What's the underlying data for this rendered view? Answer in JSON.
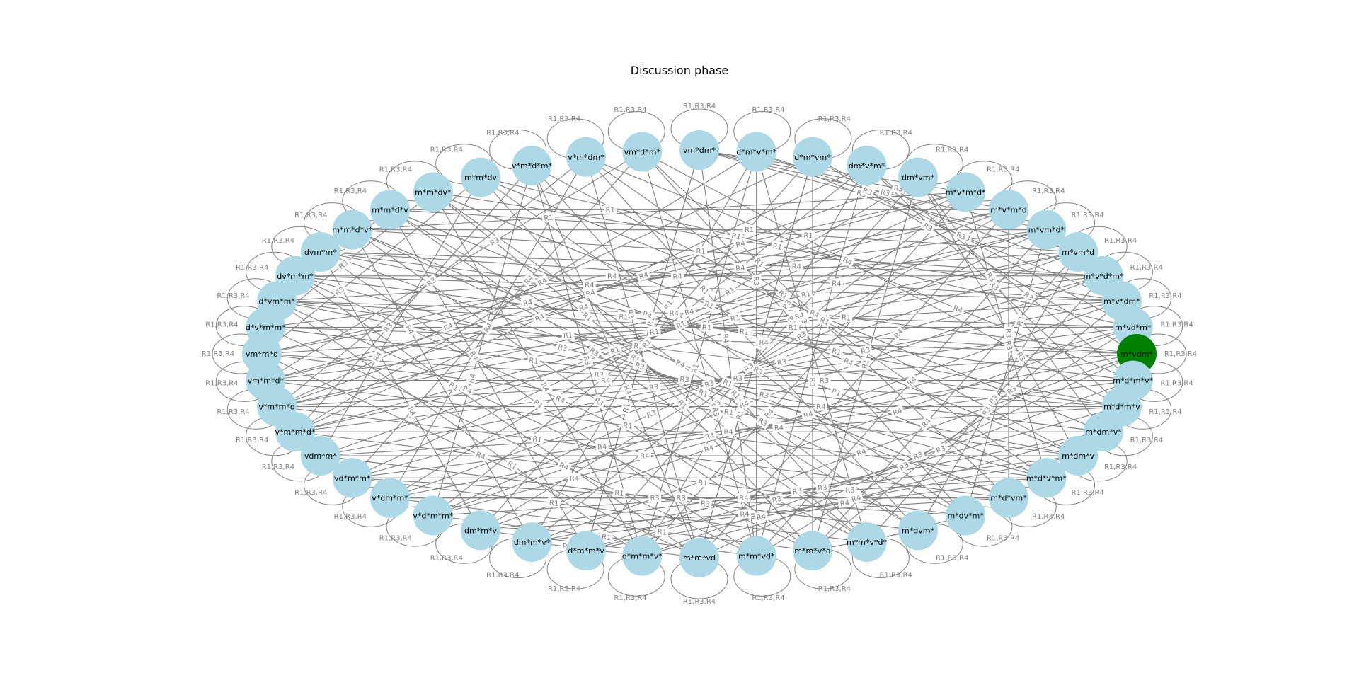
{
  "title": "Discussion phase",
  "colors": {
    "node": "#add8e6",
    "highlight_node": "#008000",
    "edge": "#808080",
    "edge_label": "#808080",
    "background": "#ffffff"
  },
  "self_loop_label": "R1,R3,R4",
  "nodes": [
    {
      "label": "vm*dm*"
    },
    {
      "label": "d*m*v*m*"
    },
    {
      "label": "d*m*vm*"
    },
    {
      "label": "dm*v*m*"
    },
    {
      "label": "dm*vm*"
    },
    {
      "label": "m*v*m*d*"
    },
    {
      "label": "m*v*m*d"
    },
    {
      "label": "m*vm*d*"
    },
    {
      "label": "m*vm*d"
    },
    {
      "label": "m*v*d*m*"
    },
    {
      "label": "m*v*dm*"
    },
    {
      "label": "m*vd*m*"
    },
    {
      "label": "m*vdm*",
      "highlight": true
    },
    {
      "label": "m*d*m*v*"
    },
    {
      "label": "m*d*m*v"
    },
    {
      "label": "m*dm*v*"
    },
    {
      "label": "m*dm*v"
    },
    {
      "label": "m*d*v*m*"
    },
    {
      "label": "m*d*vm*"
    },
    {
      "label": "m*dv*m*"
    },
    {
      "label": "m*dvm*"
    },
    {
      "label": "m*m*v*d*"
    },
    {
      "label": "m*m*v*d"
    },
    {
      "label": "m*m*vd*"
    },
    {
      "label": "m*m*vd"
    },
    {
      "label": "d*m*m*v*"
    },
    {
      "label": "d*m*m*v"
    },
    {
      "label": "dm*m*v*"
    },
    {
      "label": "dm*m*v"
    },
    {
      "label": "v*d*m*m*"
    },
    {
      "label": "v*dm*m*"
    },
    {
      "label": "vd*m*m*"
    },
    {
      "label": "vdm*m*"
    },
    {
      "label": "v*m*m*d*"
    },
    {
      "label": "v*m*m*d"
    },
    {
      "label": "vm*m*d*"
    },
    {
      "label": "vm*m*d"
    },
    {
      "label": "d*v*m*m*"
    },
    {
      "label": "d*vm*m*"
    },
    {
      "label": "dv*m*m*"
    },
    {
      "label": "dvm*m*"
    },
    {
      "label": "m*m*d*v*"
    },
    {
      "label": "m*m*d*v"
    },
    {
      "label": "m*m*dv*"
    },
    {
      "label": "m*m*dv"
    },
    {
      "label": "v*m*d*m*"
    },
    {
      "label": "v*m*dm*"
    },
    {
      "label": "vm*d*m*"
    }
  ],
  "edge_groups": [
    {
      "label": "R1",
      "pairs": [
        [
          41,
          5
        ],
        [
          41,
          7
        ],
        [
          41,
          9
        ],
        [
          42,
          6
        ],
        [
          42,
          8
        ],
        [
          43,
          10
        ],
        [
          44,
          11
        ],
        [
          40,
          12
        ],
        [
          39,
          13
        ],
        [
          38,
          14
        ],
        [
          37,
          15
        ],
        [
          36,
          16
        ],
        [
          35,
          17
        ],
        [
          34,
          18
        ],
        [
          33,
          19
        ],
        [
          32,
          20
        ],
        [
          31,
          21
        ],
        [
          30,
          22
        ],
        [
          29,
          23
        ],
        [
          28,
          24
        ],
        [
          27,
          25
        ],
        [
          26,
          0
        ],
        [
          25,
          1
        ],
        [
          24,
          2
        ],
        [
          23,
          3
        ],
        [
          22,
          4
        ],
        [
          21,
          45
        ],
        [
          20,
          46
        ],
        [
          19,
          47
        ],
        [
          18,
          41
        ],
        [
          17,
          42
        ],
        [
          16,
          43
        ],
        [
          15,
          44
        ],
        [
          14,
          40
        ],
        [
          13,
          39
        ],
        [
          12,
          38
        ],
        [
          11,
          37
        ],
        [
          10,
          36
        ],
        [
          9,
          35
        ],
        [
          8,
          34
        ],
        [
          7,
          33
        ],
        [
          6,
          32
        ],
        [
          5,
          31
        ],
        [
          4,
          30
        ],
        [
          3,
          29
        ],
        [
          2,
          28
        ],
        [
          1,
          27
        ],
        [
          0,
          26
        ],
        [
          45,
          16
        ],
        [
          46,
          17
        ],
        [
          47,
          18
        ],
        [
          41,
          19
        ],
        [
          42,
          20
        ],
        [
          43,
          21
        ],
        [
          44,
          22
        ],
        [
          40,
          23
        ],
        [
          39,
          24
        ],
        [
          38,
          25
        ]
      ]
    },
    {
      "label": "R3",
      "pairs": [
        [
          1,
          21
        ],
        [
          1,
          23
        ],
        [
          2,
          22
        ],
        [
          2,
          24
        ],
        [
          3,
          25
        ],
        [
          4,
          26
        ],
        [
          5,
          27
        ],
        [
          6,
          28
        ],
        [
          7,
          29
        ],
        [
          8,
          30
        ],
        [
          9,
          31
        ],
        [
          10,
          32
        ],
        [
          11,
          33
        ],
        [
          12,
          34
        ],
        [
          13,
          35
        ],
        [
          14,
          36
        ],
        [
          15,
          37
        ],
        [
          16,
          38
        ],
        [
          17,
          39
        ],
        [
          18,
          40
        ],
        [
          19,
          44
        ],
        [
          20,
          43
        ],
        [
          21,
          42
        ],
        [
          22,
          41
        ],
        [
          23,
          47
        ],
        [
          24,
          46
        ],
        [
          25,
          45
        ],
        [
          0,
          5
        ],
        [
          0,
          6
        ],
        [
          0,
          7
        ],
        [
          0,
          8
        ],
        [
          1,
          9
        ],
        [
          1,
          10
        ],
        [
          2,
          11
        ],
        [
          2,
          12
        ],
        [
          3,
          13
        ],
        [
          3,
          14
        ],
        [
          4,
          15
        ],
        [
          4,
          16
        ],
        [
          5,
          17
        ],
        [
          6,
          18
        ],
        [
          7,
          19
        ],
        [
          8,
          20
        ],
        [
          9,
          21
        ],
        [
          10,
          22
        ],
        [
          11,
          23
        ],
        [
          12,
          24
        ],
        [
          13,
          25
        ],
        [
          14,
          26
        ],
        [
          15,
          27
        ],
        [
          16,
          28
        ],
        [
          17,
          29
        ],
        [
          18,
          30
        ],
        [
          19,
          31
        ],
        [
          20,
          32
        ],
        [
          45,
          33
        ],
        [
          46,
          34
        ],
        [
          47,
          35
        ],
        [
          44,
          36
        ],
        [
          43,
          37
        ],
        [
          42,
          38
        ],
        [
          41,
          39
        ]
      ]
    },
    {
      "label": "R4",
      "pairs": [
        [
          33,
          1
        ],
        [
          33,
          3
        ],
        [
          34,
          2
        ],
        [
          34,
          4
        ],
        [
          35,
          5
        ],
        [
          36,
          6
        ],
        [
          37,
          7
        ],
        [
          38,
          8
        ],
        [
          39,
          9
        ],
        [
          40,
          10
        ],
        [
          29,
          11
        ],
        [
          30,
          12
        ],
        [
          31,
          13
        ],
        [
          32,
          14
        ],
        [
          25,
          15
        ],
        [
          26,
          16
        ],
        [
          27,
          17
        ],
        [
          28,
          18
        ],
        [
          21,
          19
        ],
        [
          22,
          20
        ],
        [
          23,
          0
        ],
        [
          24,
          45
        ],
        [
          13,
          46
        ],
        [
          14,
          47
        ],
        [
          15,
          44
        ],
        [
          16,
          43
        ],
        [
          17,
          42
        ],
        [
          18,
          41
        ],
        [
          9,
          40
        ],
        [
          10,
          39
        ],
        [
          11,
          38
        ],
        [
          12,
          37
        ],
        [
          5,
          36
        ],
        [
          6,
          35
        ],
        [
          7,
          34
        ],
        [
          8,
          33
        ],
        [
          45,
          29
        ],
        [
          46,
          30
        ],
        [
          47,
          31
        ],
        [
          44,
          32
        ],
        [
          43,
          25
        ],
        [
          42,
          26
        ],
        [
          41,
          27
        ],
        [
          40,
          28
        ],
        [
          39,
          21
        ],
        [
          38,
          22
        ],
        [
          37,
          23
        ],
        [
          36,
          24
        ],
        [
          35,
          13
        ],
        [
          34,
          14
        ],
        [
          33,
          15
        ],
        [
          32,
          16
        ],
        [
          31,
          17
        ],
        [
          30,
          18
        ],
        [
          29,
          9
        ],
        [
          28,
          10
        ],
        [
          27,
          11
        ],
        [
          26,
          12
        ],
        [
          25,
          5
        ],
        [
          24,
          6
        ],
        [
          23,
          7
        ],
        [
          22,
          8
        ]
      ]
    }
  ]
}
